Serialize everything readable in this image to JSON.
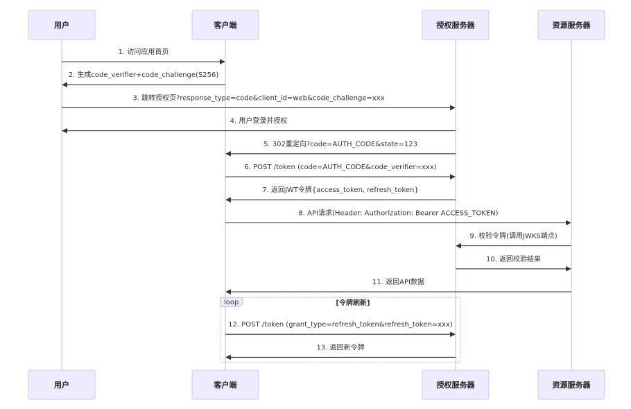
{
  "participants": [
    {
      "id": "user",
      "label": "用户"
    },
    {
      "id": "client",
      "label": "客户端"
    },
    {
      "id": "auth",
      "label": "授权服务器"
    },
    {
      "id": "resource",
      "label": "资源服务器"
    }
  ],
  "messages": [
    {
      "from": "user",
      "to": "client",
      "text": "1. 访问应用首页"
    },
    {
      "from": "client",
      "to": "user",
      "text": "2. 生成code_verifier+code_challenge(S256)"
    },
    {
      "from": "user",
      "to": "auth",
      "text": "3. 跳转授权页?response_type=code&client_id=web&code_challenge=xxx"
    },
    {
      "from": "auth",
      "to": "user",
      "text": "4. 用户登录并授权"
    },
    {
      "from": "auth",
      "to": "client",
      "text": "5. 302重定向?code=AUTH_CODE&state=123"
    },
    {
      "from": "client",
      "to": "auth",
      "text": "6. POST /token (code=AUTH_CODE&code_verifier=xxx)"
    },
    {
      "from": "auth",
      "to": "client",
      "text": "7. 返回JWT令牌{access_token, refresh_token}"
    },
    {
      "from": "client",
      "to": "resource",
      "text": "8. API请求(Header: Authorization: Bearer ACCESS_TOKEN)"
    },
    {
      "from": "resource",
      "to": "auth",
      "text": "9. 校验令牌(调用JWKS端点)"
    },
    {
      "from": "auth",
      "to": "resource",
      "text": "10. 返回校验结果"
    },
    {
      "from": "resource",
      "to": "client",
      "text": "11. 返回API数据"
    },
    {
      "from": "client",
      "to": "auth",
      "text": "12. POST /token (grant_type=refresh_token&refresh_token=xxx)"
    },
    {
      "from": "auth",
      "to": "client",
      "text": "13. 返回新令牌"
    }
  ],
  "loop": {
    "label": "loop",
    "condition": "[令牌刷新]",
    "first_message": 11,
    "last_message": 12
  }
}
